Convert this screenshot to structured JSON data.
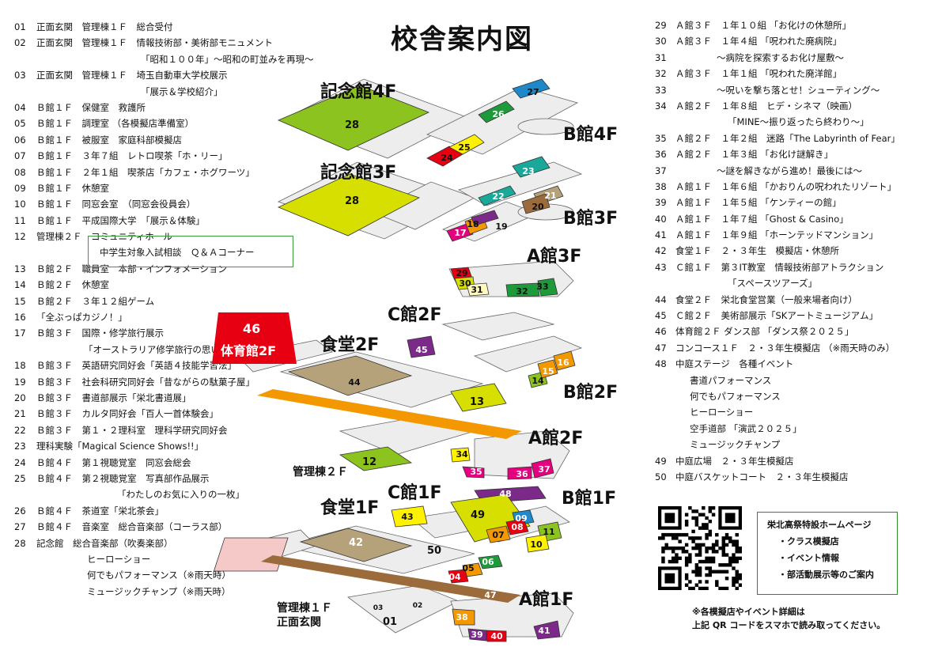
{
  "title": "校舎案内図",
  "left_list": [
    {
      "n": "01",
      "t": "正面玄関　管理棟１Ｆ　総合受付"
    },
    {
      "n": "02",
      "t": "正面玄関　管理棟１Ｆ　情報技術部・美術部モニュメント"
    },
    {
      "n": "",
      "t": "「昭和１００年」～昭和の町並みを再現～"
    },
    {
      "n": "03",
      "t": "正面玄関　管理棟１Ｆ　埼玉自動車大学校展示"
    },
    {
      "n": "",
      "t": "「展示＆学校紹介」"
    },
    {
      "n": "04",
      "t": "Ｂ館１Ｆ　保健室　救護所"
    },
    {
      "n": "05",
      "t": "Ｂ館１Ｆ　調理室 （各模擬店準備室）"
    },
    {
      "n": "06",
      "t": "Ｂ館１Ｆ　被服室　家庭科部模擬店"
    },
    {
      "n": "07",
      "t": "Ｂ館１Ｆ　３年７組　レトロ喫茶「ホ・リー」"
    },
    {
      "n": "08",
      "t": "Ｂ館１Ｆ　２年１組　喫茶店「カフェ・ホグワーツ」"
    },
    {
      "n": "09",
      "t": "Ｂ館１Ｆ　休憩室"
    },
    {
      "n": "10",
      "t": "Ｂ館１Ｆ　同窓会室　（同窓会役員会）"
    },
    {
      "n": "11",
      "t": "Ｂ館１Ｆ　平成国際大学　「展示＆体験」"
    },
    {
      "n": "12",
      "t": "管理棟２Ｆ　コミュニティホール"
    },
    {
      "n": "",
      "t": "中学生対象入試相談　Ｑ＆Ａコーナー"
    },
    {
      "n": "13",
      "t": "Ｂ館２Ｆ　職員室　本部・インフォメーション"
    },
    {
      "n": "14",
      "t": "Ｂ館２Ｆ　休憩室"
    },
    {
      "n": "15",
      "t": "Ｂ館２Ｆ　３年１２組ゲーム"
    },
    {
      "n": "16",
      "t": "「全ぶっぱカジノ！」"
    },
    {
      "n": "17",
      "t": "Ｂ館３Ｆ　国際・修学旅行展示"
    },
    {
      "n": "",
      "t": "「オーストラリア修学旅行の思い出」"
    },
    {
      "n": "18",
      "t": "Ｂ館３Ｆ　英語研究同好会「英語４技能学習法」"
    },
    {
      "n": "19",
      "t": "Ｂ館３Ｆ　社会科研究同好会「昔ながらの駄菓子屋」"
    },
    {
      "n": "20",
      "t": "Ｂ館３Ｆ　書道部展示「栄北書道展」"
    },
    {
      "n": "21",
      "t": "Ｂ館３Ｆ　カルタ同好会「百人一首体験会」"
    },
    {
      "n": "22",
      "t": "Ｂ館３Ｆ　第１・２理科室　理科学研究同好会"
    },
    {
      "n": "23",
      "t": "理科実験「Magical Science Shows!!」"
    },
    {
      "n": "24",
      "t": "Ｂ館４Ｆ　第１視聴覚室　同窓会総会"
    },
    {
      "n": "25",
      "t": "Ｂ館４Ｆ　第２視聴覚室　写真部作品展示"
    },
    {
      "n": "",
      "t": "「わたしのお気に入りの一枚」"
    },
    {
      "n": "26",
      "t": "Ｂ館４Ｆ　茶道室「栄北茶会」"
    },
    {
      "n": "27",
      "t": "Ｂ館４Ｆ　音楽室　総合音楽部（コーラス部）"
    },
    {
      "n": "28",
      "t": "記念館　総合音楽部（吹奏楽部）"
    },
    {
      "n": "",
      "t": "ヒーローショー"
    },
    {
      "n": "",
      "t": "何でもパフォーマンス（※雨天時）"
    },
    {
      "n": "",
      "t": "ミュージックチャンプ（※雨天時）"
    }
  ],
  "right_list": [
    {
      "n": "29",
      "t": "Ａ館３Ｆ　１年１０組 「お化けの休憩所」"
    },
    {
      "n": "30",
      "t": "Ａ館３Ｆ　１年４組 「呪われた廃病院」"
    },
    {
      "n": "31",
      "t": "～病院を探索するお化け屋敷～"
    },
    {
      "n": "32",
      "t": "Ａ館３Ｆ　１年１組 「呪われた廃洋館」"
    },
    {
      "n": "33",
      "t": "～呪いを撃ち落とせ！シューティング～"
    },
    {
      "n": "34",
      "t": "Ａ館２Ｆ　１年８組　ヒデ・シネマ（映画）"
    },
    {
      "n": "",
      "t": "「MINE～振り返ったら終わり～」"
    },
    {
      "n": "35",
      "t": "Ａ館２Ｆ　１年２組　迷路「The Labyrinth of Fear」"
    },
    {
      "n": "36",
      "t": "Ａ館２Ｆ　１年３組 「お化け謎解き」"
    },
    {
      "n": "37",
      "t": "～謎を解きながら進め！最後には～"
    },
    {
      "n": "38",
      "t": "Ａ館１Ｆ　１年６組 「かおりんの呪われたリゾート」"
    },
    {
      "n": "39",
      "t": "Ａ館１Ｆ　１年５組 「ケンティーの館」"
    },
    {
      "n": "40",
      "t": "Ａ館１Ｆ　１年７組 「Ghost & Casino」"
    },
    {
      "n": "41",
      "t": "Ａ館１Ｆ　１年９組 「ホーンテッドマンション」"
    },
    {
      "n": "42",
      "t": "食堂１Ｆ　２・３年生　模擬店・休憩所"
    },
    {
      "n": "43",
      "t": "Ｃ館１Ｆ　第３IT教室　情報技術部アトラクション"
    },
    {
      "n": "",
      "t": "「スペースツアーズ」"
    },
    {
      "n": "44",
      "t": "食堂２Ｆ　栄北食堂営業（一般来場者向け）"
    },
    {
      "n": "45",
      "t": "Ｃ館２Ｆ　美術部展示「SKアートミュージアム」"
    },
    {
      "n": "46",
      "t": "体育館２Ｆ ダンス部 「ダンス祭２０２５」"
    },
    {
      "n": "47",
      "t": "コンコース１Ｆ　２・３年生模擬店 （※雨天時のみ）"
    },
    {
      "n": "48",
      "t": "中庭ステージ　各種イベント"
    },
    {
      "n": "",
      "t": "書道パフォーマンス"
    },
    {
      "n": "",
      "t": "何でもパフォーマンス"
    },
    {
      "n": "",
      "t": "ヒーローショー"
    },
    {
      "n": "",
      "t": "空手道部 「演武２０２５」"
    },
    {
      "n": "",
      "t": "ミュージックチャンプ"
    },
    {
      "n": "49",
      "t": "中庭広場　２・３年生模擬店"
    },
    {
      "n": "50",
      "t": "中庭バスケットコート　２・３年生模擬店"
    }
  ],
  "floor_labels": {
    "kinenkan4": "記念館4F",
    "kinenkan3": "記念館3F",
    "b4": "B館4F",
    "b3": "B館3F",
    "a3": "A館3F",
    "c2": "C館2F",
    "shokudo2": "食堂2F",
    "b2": "B館2F",
    "a2": "A館2F",
    "kanri2": "管理棟２Ｆ",
    "c1": "C館1F",
    "b1": "B館1F",
    "shokudo1": "食堂1F",
    "a1": "A館1F",
    "kanri1_a": "管理棟１Ｆ",
    "kanri1_b": "正面玄関",
    "gym_num": "46",
    "gym_name": "体育館2F"
  },
  "homepage": {
    "title": "栄北高祭特設ホームページ",
    "items": [
      "・クラス模擬店",
      "・イベント情報",
      "・部活動展示等のご案内"
    ]
  },
  "notes": [
    "※各模擬店やイベント詳細は",
    "上記 QR コードをスマホで読み取ってください。"
  ],
  "colors": {
    "lime": "#8cc31e",
    "yellow_green": "#d6df00",
    "olive": "#b5a27a",
    "orange": "#f39800",
    "brown": "#9c6b3b",
    "purple": "#7b2a8a",
    "red": "#e60012",
    "green": "#1e9a3a",
    "blue": "#1e88c8",
    "teal": "#19a89a",
    "magenta": "#e4007f",
    "light_gray": "#e6e6e6"
  }
}
